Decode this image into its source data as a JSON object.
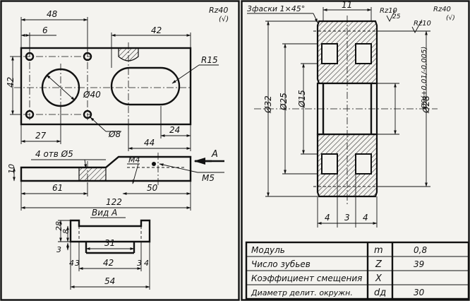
{
  "left_sheet": {
    "plan_view": {
      "dims": {
        "d48": "48",
        "d6": "6",
        "d42_top": "42",
        "d42_side": "42",
        "d27": "27",
        "d44": "44",
        "d24": "24",
        "r15": "R15",
        "dia40": "Ø40",
        "dia8": "Ø8"
      },
      "roughness": "Rz40",
      "roughness_tick": "(√)"
    },
    "front_view": {
      "dims": {
        "holes": "4 отв Ø5",
        "d10": "10",
        "m4": "M4",
        "m5": "M5",
        "d61": "61",
        "d50": "50",
        "d122": "122"
      },
      "section_letter": "A"
    },
    "view_a": {
      "title": "Вид А",
      "dims": {
        "d28": "28",
        "d8": "8",
        "d3": "3",
        "d31": "31",
        "d4": "4",
        "d3b": "3",
        "d42": "42",
        "d3c": "3",
        "d4b": "4",
        "d54": "54"
      }
    }
  },
  "right_sheet": {
    "gear": {
      "chamfer_note": "3фаски 1×45°",
      "d11": "11",
      "rz10a": "Rz10",
      "val25": "25",
      "rz10b": "Rz10",
      "rz40": "Rz40",
      "rz40_tick": "(√)",
      "dia32": "Ø32",
      "dia25": "Ø25",
      "dia15": "Ø15",
      "dia9_tol": "Ø9(+0,01/-0,005)",
      "dia28": "Ø28",
      "w4a": "4",
      "w3": "3",
      "w4b": "4"
    },
    "params_table": {
      "rows": [
        {
          "name": "Модуль",
          "symbol": "m",
          "value": "0,8"
        },
        {
          "name": "Число зубьев",
          "symbol": "Z",
          "value": "39"
        },
        {
          "name": "Коэффициент смещения",
          "symbol": "X",
          "value": ""
        },
        {
          "name": "Диаметр делит. окружн.",
          "symbol": "dд",
          "value": "30"
        }
      ]
    }
  }
}
